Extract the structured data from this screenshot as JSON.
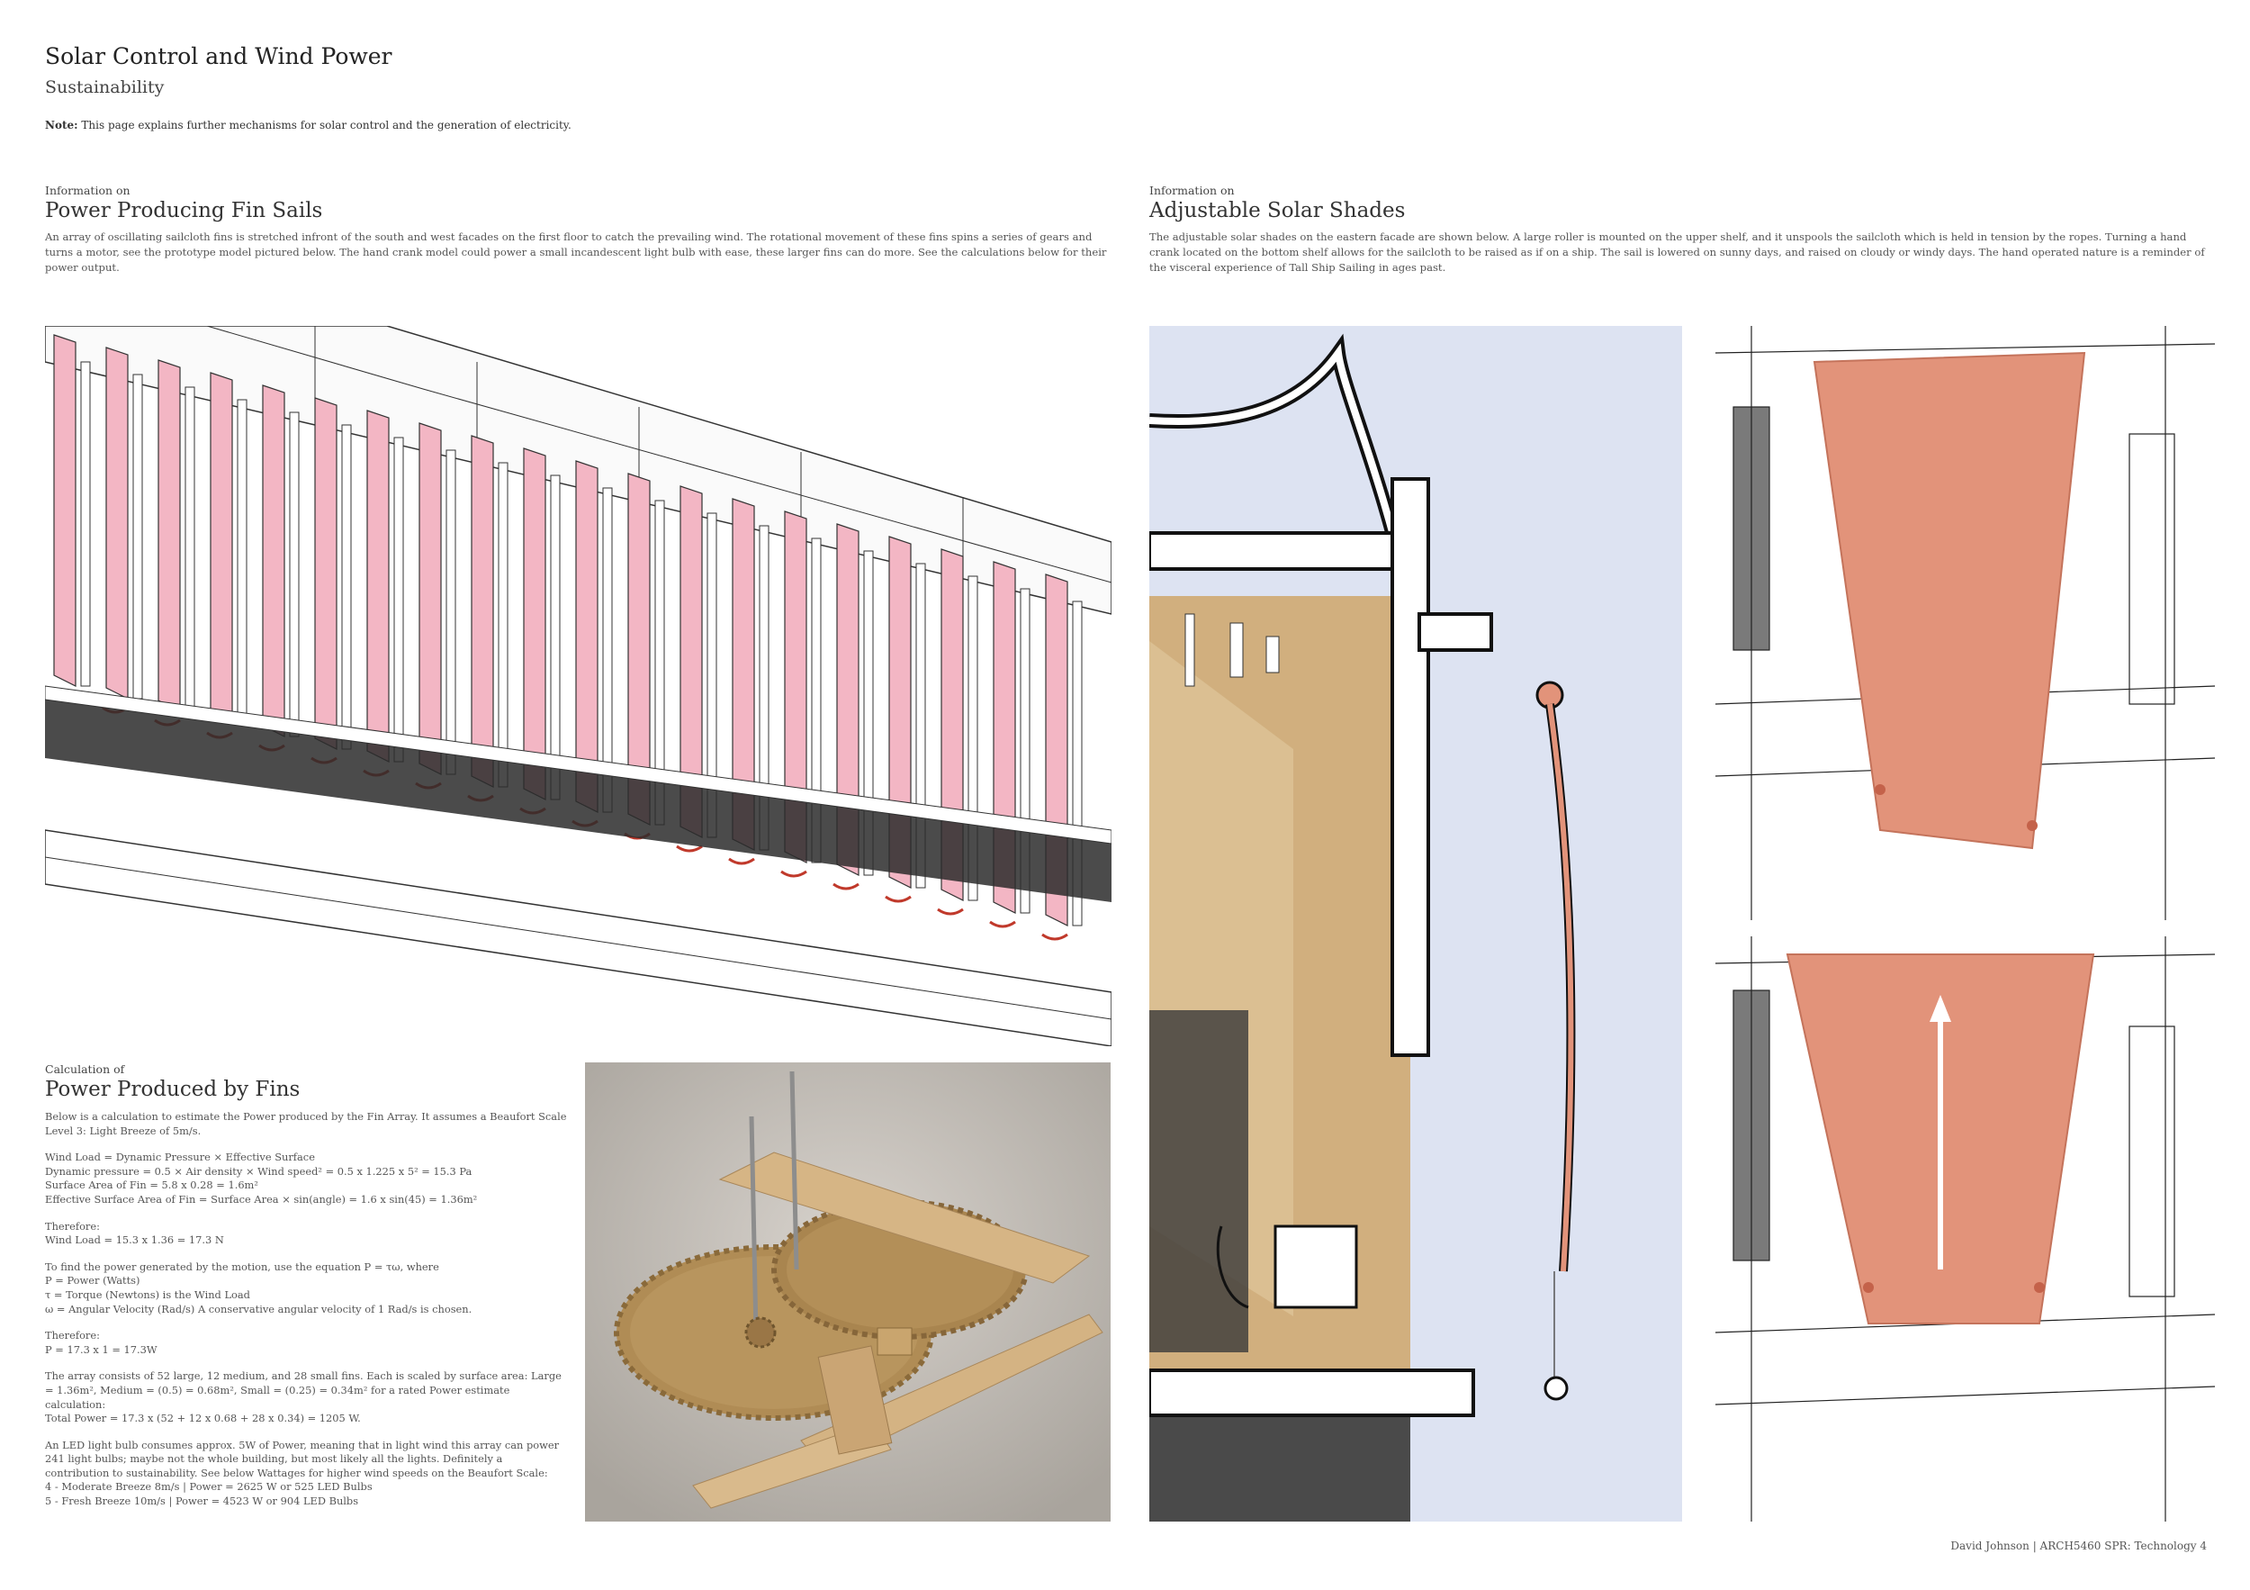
{
  "header": {
    "title": "Solar Control and Wind Power",
    "subtitle": "Sustainability",
    "note_label": "Note:",
    "note_text": "This page explains further mechanisms for solar control and the generation of electricity."
  },
  "fin_sails": {
    "kicker": "Information on",
    "heading": "Power Producing Fin Sails",
    "body": "An array of oscillating sailcloth fins is stretched infront of the south and west facades on the first floor to catch the prevailing wind. The rotational movement of these fins spins a series of gears and turns a motor, see the prototype model pictured below. The hand crank model could power a small incandescent light bulb with ease, these larger fins can do more. See the calculations below for their power output."
  },
  "solar_shades": {
    "kicker": "Information on",
    "heading": "Adjustable Solar Shades",
    "body": "The adjustable solar shades on the eastern facade are shown below. A large roller is mounted on the upper shelf, and it unspools the sailcloth which is held in tension by the ropes. Turning a hand crank located on the bottom shelf allows for the sailcloth to be raised as if on a ship. The sail is lowered on sunny days, and raised on cloudy or windy days. The hand operated nature is a reminder of the visceral experience of Tall Ship Sailing in ages past."
  },
  "calculation": {
    "kicker": "Calculation of",
    "heading": "Power Produced by Fins",
    "lines": [
      "Below is a calculation to estimate the Power produced by the Fin Array. It assumes a Beaufort Scale Level 3: Light Breeze of 5m/s.",
      "",
      "Wind Load = Dynamic Pressure × Effective Surface",
      "Dynamic pressure = 0.5 × Air density × Wind speed² = 0.5 x 1.225 x 5² = 15.3 Pa",
      "Surface Area of Fin = 5.8 x 0.28 = 1.6m²",
      "Effective Surface Area of Fin = Surface Area × sin(angle) = 1.6 x sin(45) = 1.36m²",
      "",
      "Therefore:",
      "Wind Load = 15.3 x 1.36 = 17.3 N",
      "",
      "To find the power generated by the motion, use the equation P = τω, where",
      "P = Power (Watts)",
      "τ = Torque (Newtons) is the Wind Load",
      "ω = Angular Velocity (Rad/s) A conservative angular velocity of 1 Rad/s is chosen.",
      "",
      "Therefore:",
      "P = 17.3 x 1 = 17.3W",
      "",
      "The array consists of 52 large, 12 medium, and 28 small fins. Each is scaled by surface area: Large = 1.36m², Medium = (0.5) = 0.68m², Small = (0.25) = 0.34m² for a rated Power estimate calculation:",
      "Total Power = 17.3 x (52 + 12 x 0.68 + 28 x 0.34) = 1205 W.",
      "",
      "An LED light bulb consumes approx. 5W of Power, meaning that in light wind this array can power 241 light bulbs; maybe not the whole building, but most likely all the lights. Definitely a contribution to sustainability. See below Wattages for higher wind speeds on the Beaufort Scale:",
      "4 - Moderate Breeze 8m/s | Power = 2625 W or 525 LED Bulbs",
      "5 - Fresh Breeze 10m/s | Power = 4523 W or 904 LED Bulbs"
    ]
  },
  "footer": {
    "text": "David Johnson  |  ARCH5460 SPR: Technology 4"
  },
  "colors": {
    "fin_pink": "#f3b6c4",
    "shade_salmon": "#e2937a",
    "sky_blue": "#dde3f2",
    "wood": "#d4b383",
    "cardboard": "#b08c55"
  }
}
